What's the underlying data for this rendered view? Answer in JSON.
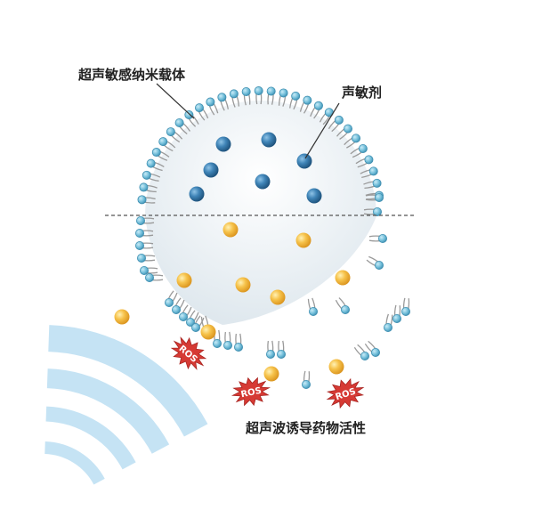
{
  "labels": {
    "carrier": "超声敏感纳米载体",
    "sensitizer": "声敏剂",
    "activity": "超声波诱导药物活性",
    "ros": "ROS"
  },
  "colors": {
    "lipid_head": "#6fbcd8",
    "lipid_head_stroke": "#3f8fb1",
    "lipid_tail": "#9a9a9a",
    "sensitizer": "#2f6f9e",
    "drug": "#f2b43c",
    "ros_burst": "#d63a34",
    "ultrasound_wave": "#bfe0f3",
    "vesicle_fill": "#e3edf2"
  },
  "icons": {
    "ros": "ros-burst-icon",
    "wave": "ultrasound-wave-icon"
  }
}
